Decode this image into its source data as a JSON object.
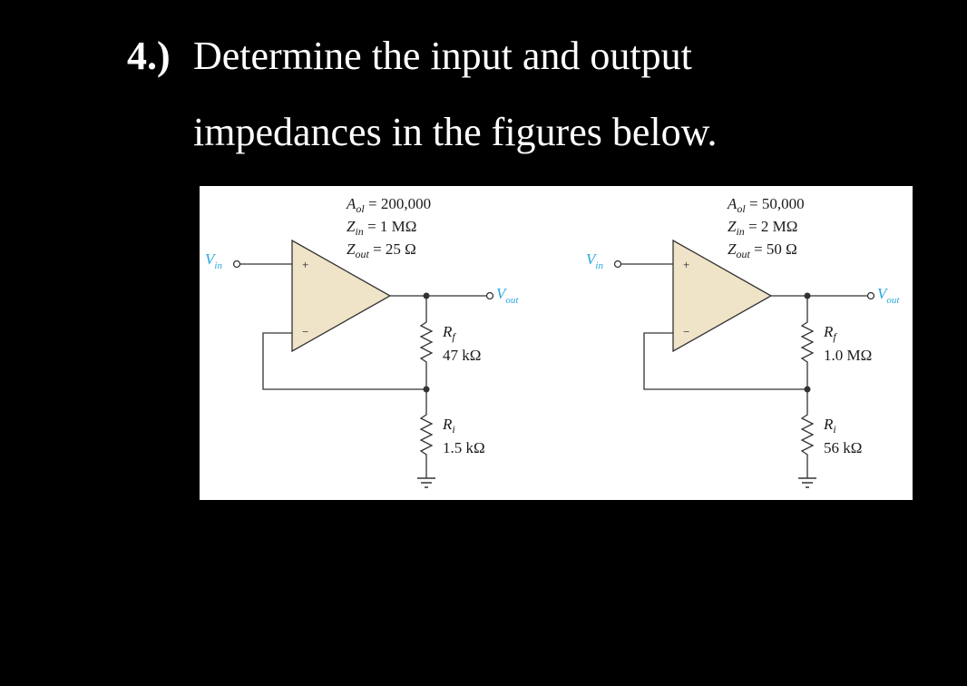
{
  "question": {
    "number": "4.)",
    "line1": "Determine the input and output",
    "line2": "impedances in the figures below."
  },
  "colors": {
    "background": "#000000",
    "text": "#ffffff",
    "opamp_fill": "#efe3c8",
    "signal_label": "#29a6df",
    "wire": "#333333"
  },
  "circuits": [
    {
      "aol": "A",
      "aol_sub": "ol",
      "aol_value": " = 200,000",
      "zin": "Z",
      "zin_sub": "in",
      "zin_value": " = 1 MΩ",
      "zout": "Z",
      "zout_sub": "out",
      "zout_value": " = 25 Ω",
      "vin": "V",
      "vin_sub": "in",
      "vout": "V",
      "vout_sub": "out",
      "plus": "+",
      "minus": "−",
      "rf": "R",
      "rf_sub": "f",
      "rf_value": "47 kΩ",
      "ri": "R",
      "ri_sub": "i",
      "ri_value": "1.5 kΩ"
    },
    {
      "aol": "A",
      "aol_sub": "ol",
      "aol_value": " = 50,000",
      "zin": "Z",
      "zin_sub": "in",
      "zin_value": " = 2 MΩ",
      "zout": "Z",
      "zout_sub": "out",
      "zout_value": " = 50 Ω",
      "vin": "V",
      "vin_sub": "in",
      "vout": "V",
      "vout_sub": "out",
      "plus": "+",
      "minus": "−",
      "rf": "R",
      "rf_sub": "f",
      "rf_value": "1.0 MΩ",
      "ri": "R",
      "ri_sub": "i",
      "ri_value": "56 kΩ"
    }
  ]
}
